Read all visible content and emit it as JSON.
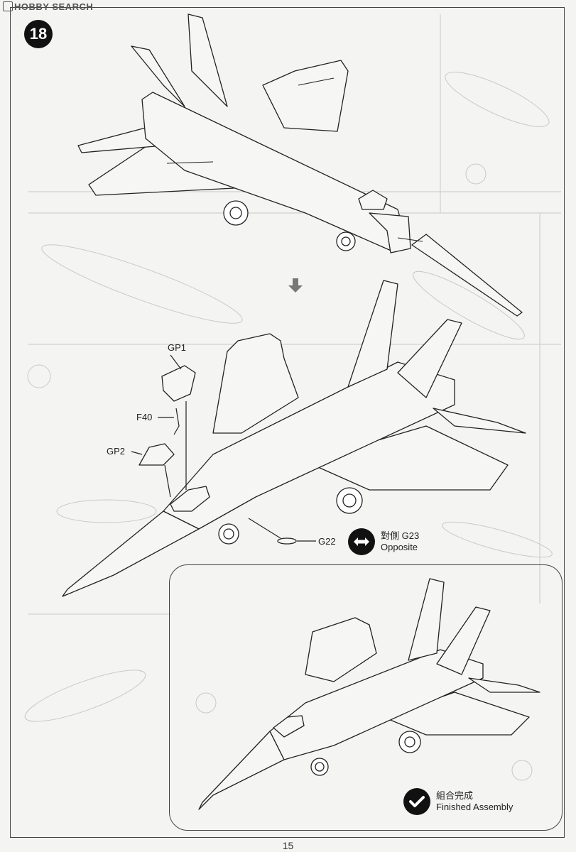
{
  "watermark": {
    "brand": "HOBBY",
    "suffix": "SEARCH"
  },
  "step": {
    "number": "18"
  },
  "parts": {
    "gp1": "GP1",
    "f40": "F40",
    "gp2": "GP2",
    "g22": "G22"
  },
  "opposite_note": {
    "cjk": "對側 G23",
    "en": "Opposite",
    "icon": "double-arrow-icon"
  },
  "finished_note": {
    "cjk": "組合完成",
    "en": "Finished Assembly",
    "icon": "checkmark-icon"
  },
  "page": {
    "number": "15"
  }
}
